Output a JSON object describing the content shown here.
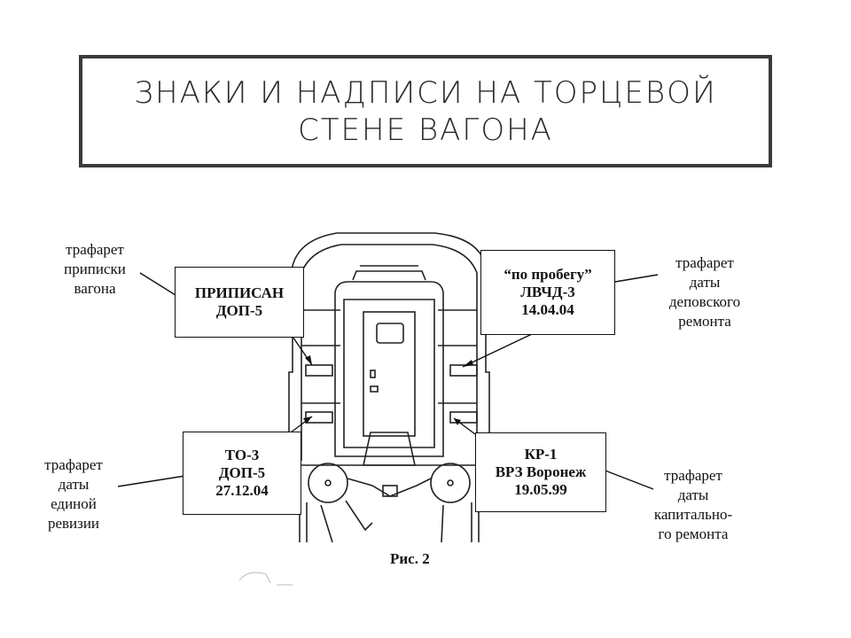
{
  "title": "ЗНАКИ И НАДПИСИ НА ТОРЦЕВОЙ\nСТЕНЕ ВАГОНА",
  "labels": {
    "top_left": [
      "трафарет",
      "приписки",
      "вагона"
    ],
    "top_right": [
      "трафарет",
      "даты",
      "деповского",
      "ремонта"
    ],
    "bottom_left": [
      "трафарет",
      "даты",
      "единой",
      "ревизии"
    ],
    "bottom_right": [
      "трафарет",
      "даты",
      "капитально-",
      "го ремонта"
    ]
  },
  "boxes": {
    "top_left": [
      "ПРИПИСАН",
      "ДОП-5"
    ],
    "top_right": [
      "“по пробегу”",
      "ЛВЧД-3",
      "14.04.04"
    ],
    "bottom_left": [
      "ТО-3",
      "ДОП-5",
      "27.12.04"
    ],
    "bottom_right": [
      "КР-1",
      "ВРЗ Воронеж",
      "19.05.99"
    ]
  },
  "figure_caption": "Рис. 2"
}
